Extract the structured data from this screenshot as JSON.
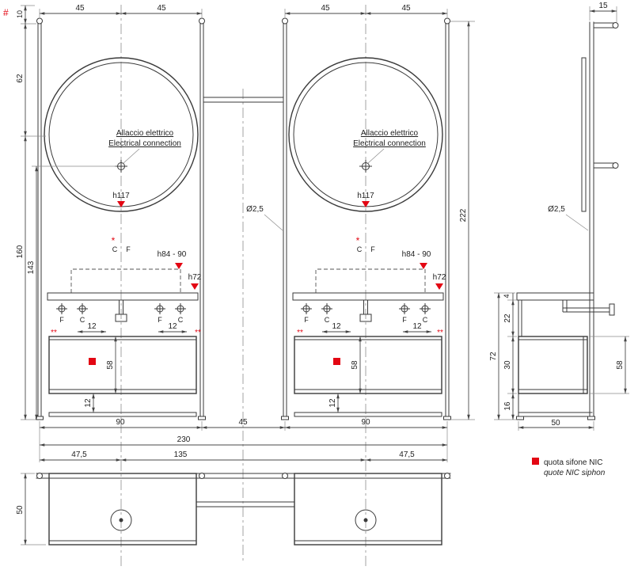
{
  "colors": {
    "line": "#3a3a3a",
    "red": "#e30613",
    "centerline": "#9a9a9a"
  },
  "meta": {
    "hash": "#"
  },
  "dims": {
    "d4": "4",
    "d10": "10",
    "d12": "12",
    "d15": "15",
    "d16": "16",
    "d22": "22",
    "d30": "30",
    "d45": "45",
    "d47_5": "47,5",
    "d50": "50",
    "d58": "58",
    "d62": "62",
    "d72": "72",
    "d90": "90",
    "d135": "135",
    "d143": "143",
    "d160": "160",
    "d222": "222",
    "d230": "230",
    "dia": "Ø2,5",
    "h117": "h117",
    "h84_90": "h84 - 90",
    "h72": "h72"
  },
  "labels": {
    "electric_it": "Allaccio elettrico",
    "electric_en": "Electrical connection",
    "star": "*",
    "star2": "**",
    "c": "C",
    "f": "F"
  },
  "legend": {
    "line1": "quota sifone NIC",
    "line2": "quote NIC siphon"
  }
}
